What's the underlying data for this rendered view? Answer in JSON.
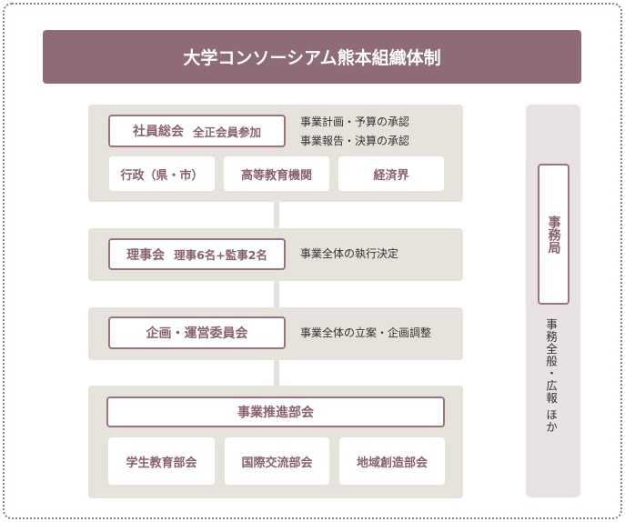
{
  "title": "大学コンソーシアム熊本組織体制",
  "general_meeting": {
    "label": "社員総会",
    "sub": "全正会員参加",
    "notes": [
      "事業計画・予算の承認",
      "事業報告・決算の承認"
    ],
    "members": [
      "行政（県・市）",
      "高等教育機関",
      "経済界"
    ]
  },
  "board": {
    "label": "理事会",
    "sub": "理事6名+監事2名",
    "note": "事業全体の執行決定"
  },
  "planning": {
    "label": "企画・運営委員会",
    "note": "事業全体の立案・企画調整"
  },
  "promotion": {
    "label": "事業推進部会",
    "members": [
      "学生教育部会",
      "国際交流部会",
      "地域創造部会"
    ]
  },
  "secretariat": {
    "label": "事務局",
    "note": "事務全般・広報 ほか"
  }
}
